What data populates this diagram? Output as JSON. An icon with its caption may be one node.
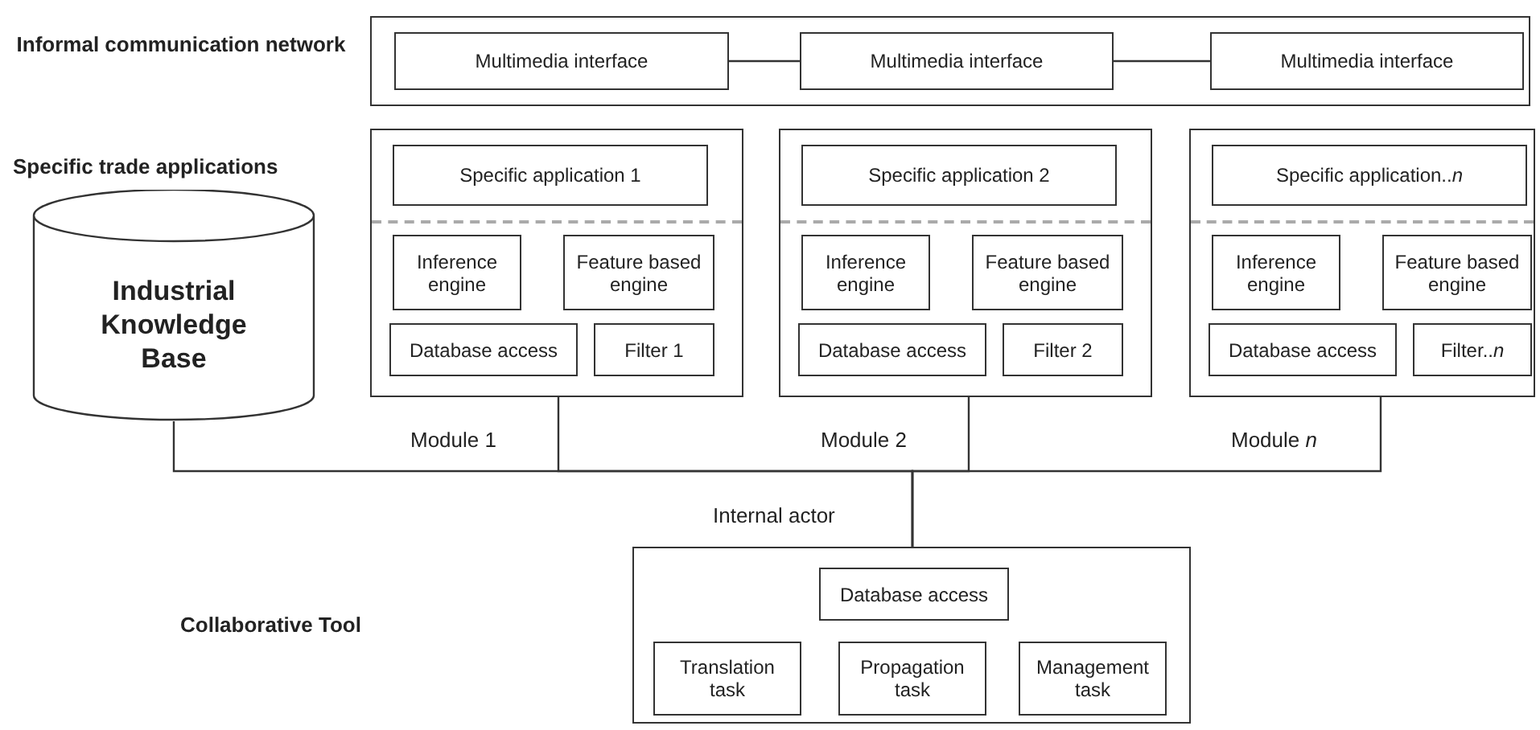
{
  "diagram": {
    "nodes": [
      {
        "text": [
          "Informal communication network"
        ]
      },
      {
        "text": [
          "Multimedia interface"
        ],
        "in": 0
      },
      {
        "text": [
          "Multimedia interface"
        ],
        "in": 0
      },
      {
        "text": [
          "Multimedia interface"
        ],
        "in": 0
      },
      {
        "text": [],
        "shape": "box",
        "beside": [
          "Module 1"
        ]
      },
      {
        "text": [
          "Specific application 1"
        ],
        "in": 4
      },
      {
        "text": [
          "Inference engine"
        ],
        "in": 4
      },
      {
        "text": [
          "Feature based engine"
        ],
        "in": 4
      },
      {
        "text": [
          "Database access"
        ],
        "in": 4
      },
      {
        "text": [
          "Filter 1"
        ],
        "in": 4
      },
      {
        "text": [],
        "shape": "box",
        "beside": [
          "Module 2"
        ]
      },
      {
        "text": [
          "Specific application 2"
        ],
        "in": 10
      },
      {
        "text": [
          "Inference engine"
        ],
        "in": 10
      },
      {
        "text": [
          "Feature based engine"
        ],
        "in": 10
      },
      {
        "text": [
          "Database access"
        ],
        "in": 10
      },
      {
        "text": [
          "Filter 2"
        ],
        "in": 10
      },
      {
        "text": [],
        "shape": "box",
        "beside": [
          "Module *n*"
        ]
      },
      {
        "text": [
          "Specific application..*n*"
        ],
        "in": 16
      },
      {
        "text": [
          "Inference engine"
        ],
        "in": 16
      },
      {
        "text": [
          "Feature based engine"
        ],
        "in": 16
      },
      {
        "text": [
          "Database access"
        ],
        "in": 16
      },
      {
        "text": [
          "Filter..*n*"
        ],
        "in": 16
      },
      {
        "text": [
          "Industrial Knowledge Base"
        ]
      },
      {
        "text": [],
        "shape": "box"
      },
      {
        "text": [
          "Database access"
        ],
        "in": 23
      },
      {
        "text": [
          "Translation task"
        ],
        "in": 23
      },
      {
        "text": [
          "Propagation task"
        ],
        "in": 23
      },
      {
        "text": [
          "Management task"
        ],
        "in": 23
      }
    ],
    "edges": [
      {
        "from": 1,
        "to": 2,
        "arrow": "none"
      },
      {
        "from": 2,
        "to": 3,
        "arrow": "none"
      },
      {
        "from": 23,
        "to": 22,
        "arrow": "none"
      },
      {
        "from": 23,
        "to": 4,
        "arrow": "none"
      },
      {
        "from": 23,
        "to": 10,
        "arrow": "none"
      },
      {
        "from": 23,
        "to": 16,
        "arrow": "none"
      }
    ],
    "labels": [
      "Specific trade applications",
      "Internal actor",
      "Collaborative Tool"
    ]
  }
}
